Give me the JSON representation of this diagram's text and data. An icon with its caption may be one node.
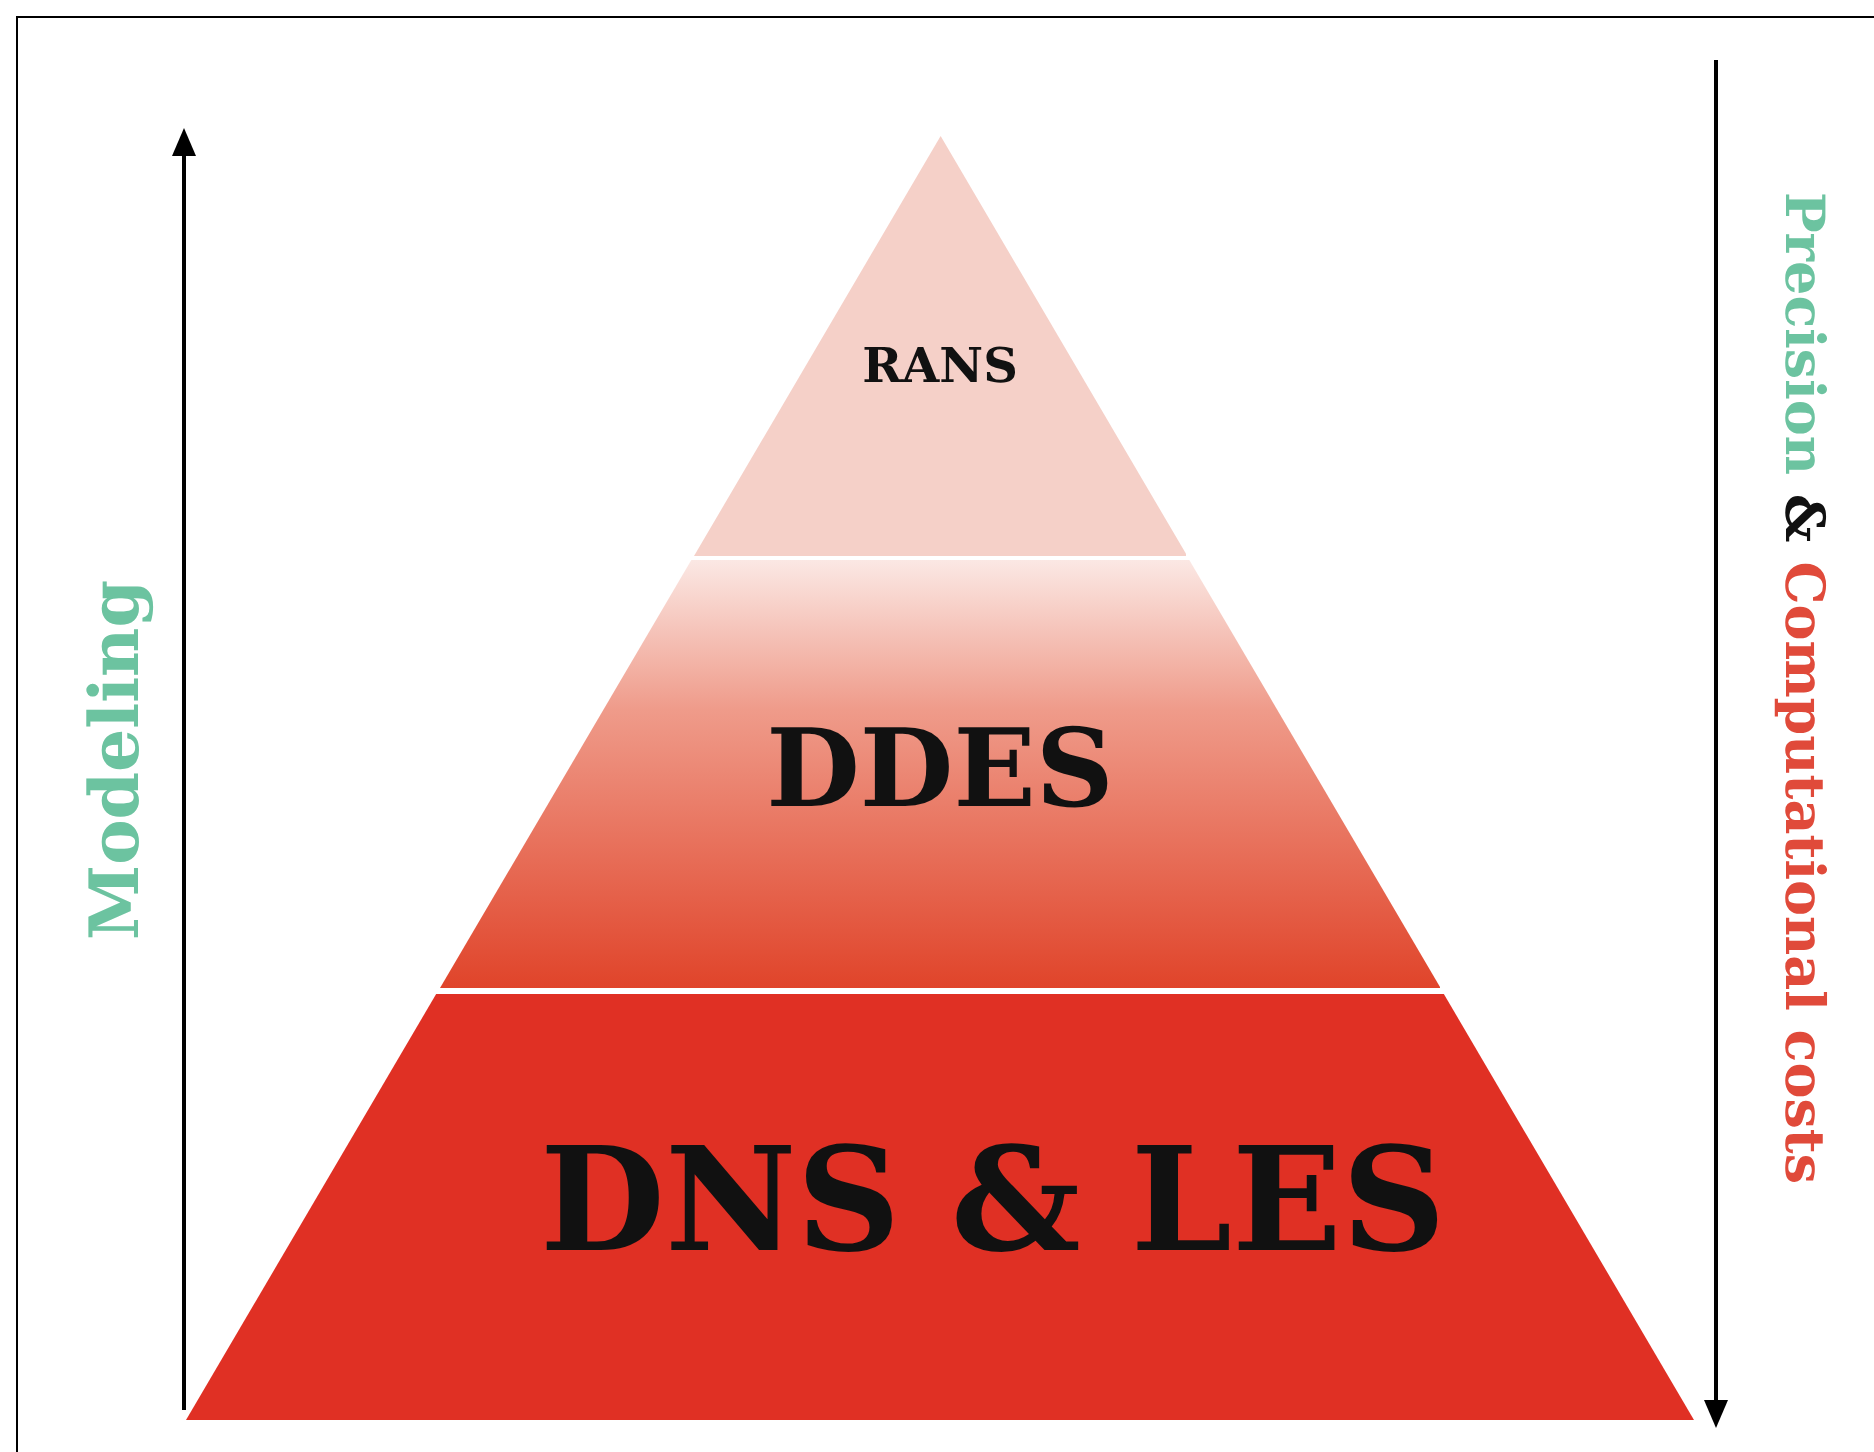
{
  "diagram": {
    "nodes": [
      {
        "text": [
          "RANS"
        ]
      },
      {
        "text": [
          "DDES"
        ]
      },
      {
        "text": [
          "DNS & LES"
        ]
      }
    ],
    "labels": [
      "Modeling",
      "Precision",
      "&",
      "Computational costs"
    ]
  }
}
